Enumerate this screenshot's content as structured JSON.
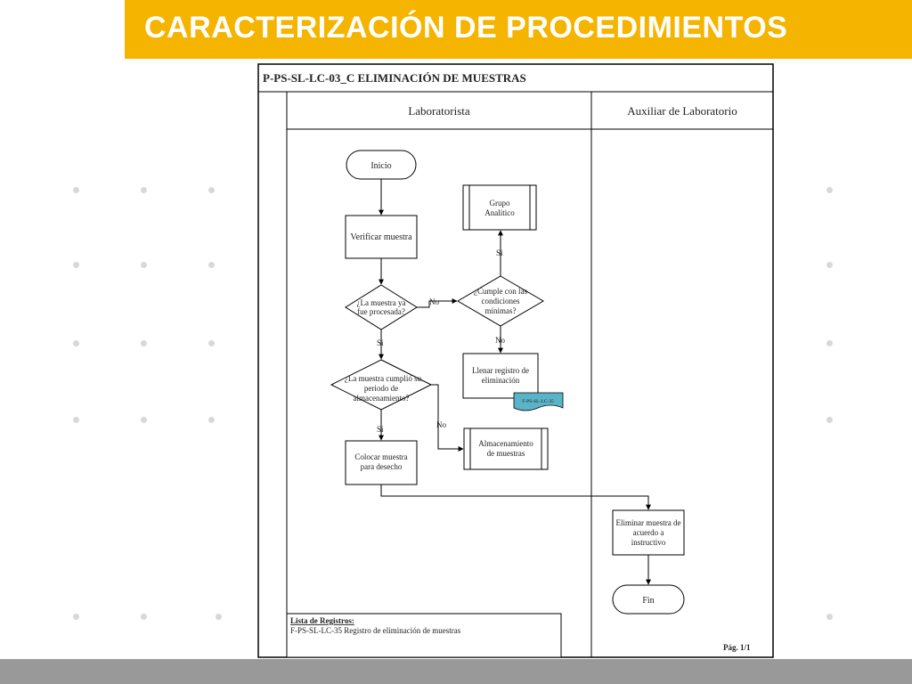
{
  "banner": {
    "title": "CARACTERIZACIÓN DE PROCEDIMIENTOS",
    "color": "#f4b400"
  },
  "diagram": {
    "title": "P-PS-SL-LC-03_C ELIMINACIÓN DE MUESTRAS",
    "lanes": [
      "Laboratorista",
      "Auxiliar de Laboratorio"
    ],
    "start_label": "Inicio",
    "verify": "Verificar muestra",
    "decision_processed": [
      "¿La muestra ya",
      "fue procesada?"
    ],
    "decision_conditions": [
      "¿Cumple con las",
      "condiciones",
      "mínimas?"
    ],
    "grupo": [
      "Grupo",
      "Analítico"
    ],
    "llenar": [
      "Llenar registro de",
      "eliminación"
    ],
    "doc_code": "F-PS-SL-LC-35",
    "decision_period": [
      "¿La muestra cumplió su",
      "periodo de",
      "almacenamiento?"
    ],
    "almacenamiento": [
      "Almacenamiento",
      "de muestras"
    ],
    "colocar": [
      "Colocar muestra",
      "para desecho"
    ],
    "eliminar": [
      "Eliminar muestra de",
      "acuerdo a",
      "instructivo"
    ],
    "end_label": "Fin",
    "labels": {
      "no1": "No",
      "si1": "Si",
      "si_up": "Si",
      "no_down": "No",
      "no2": "No",
      "si2": "Si"
    },
    "registros_title": "Lista de Registros:",
    "registros_item": "F-PS-SL-LC-35 Registro de eliminación de muestras",
    "page": "Pág. 1/1"
  },
  "colors": {
    "doc_fill": "#5ab4c8",
    "footer": "#999999"
  }
}
